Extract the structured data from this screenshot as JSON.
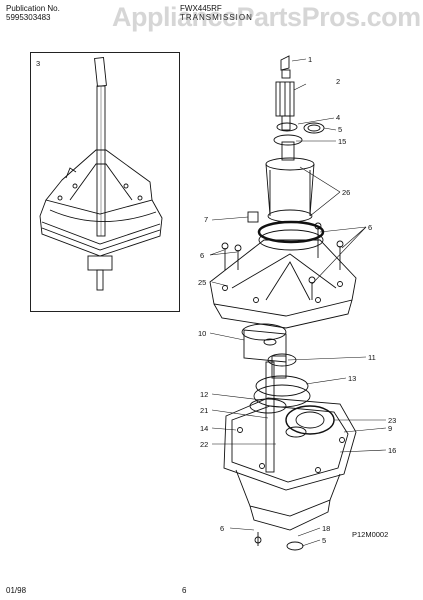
{
  "header": {
    "publication_label": "Publication No.",
    "publication_number": "5995303483",
    "model": "FWX445RF",
    "section": "TRANSMISSION"
  },
  "watermark": "AppliancePartsPros.com",
  "inset": {
    "number": "3"
  },
  "callouts": [
    {
      "id": "c1",
      "text": "1"
    },
    {
      "id": "c2",
      "text": "2"
    },
    {
      "id": "c4",
      "text": "4"
    },
    {
      "id": "c5a",
      "text": "5"
    },
    {
      "id": "c15",
      "text": "15"
    },
    {
      "id": "c26a",
      "text": "26"
    },
    {
      "id": "c7",
      "text": "7"
    },
    {
      "id": "c6a",
      "text": "6"
    },
    {
      "id": "c6b",
      "text": "6"
    },
    {
      "id": "c25",
      "text": "25"
    },
    {
      "id": "c10",
      "text": "10"
    },
    {
      "id": "c11",
      "text": "11"
    },
    {
      "id": "c13",
      "text": "13"
    },
    {
      "id": "c12",
      "text": "12"
    },
    {
      "id": "c21",
      "text": "21"
    },
    {
      "id": "c23",
      "text": "23"
    },
    {
      "id": "c9",
      "text": "9"
    },
    {
      "id": "c14",
      "text": "14"
    },
    {
      "id": "c22",
      "text": "22"
    },
    {
      "id": "c16",
      "text": "16"
    },
    {
      "id": "c6c",
      "text": "6"
    },
    {
      "id": "c18",
      "text": "18"
    },
    {
      "id": "c5b",
      "text": "5"
    }
  ],
  "figure_code": "P12M0002",
  "footer": {
    "date": "01/98",
    "page": "6"
  }
}
